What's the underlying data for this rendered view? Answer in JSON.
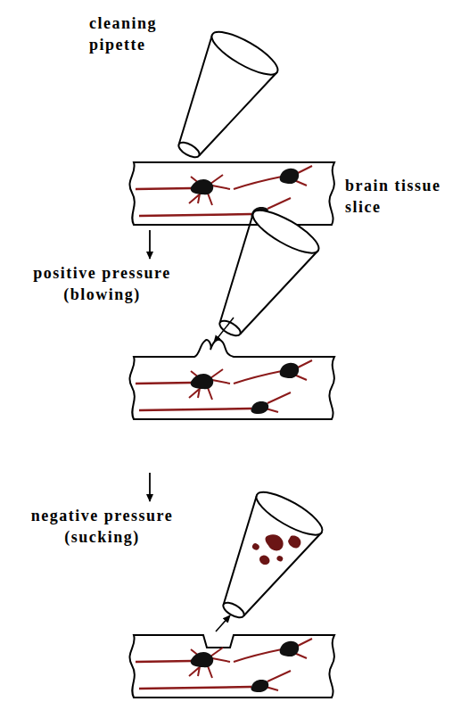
{
  "diagram": {
    "labels": [
      "cleaning pipette",
      "brain tissue slice",
      "positive pressure (blowing)",
      "negative pressure (sucking)"
    ]
  }
}
